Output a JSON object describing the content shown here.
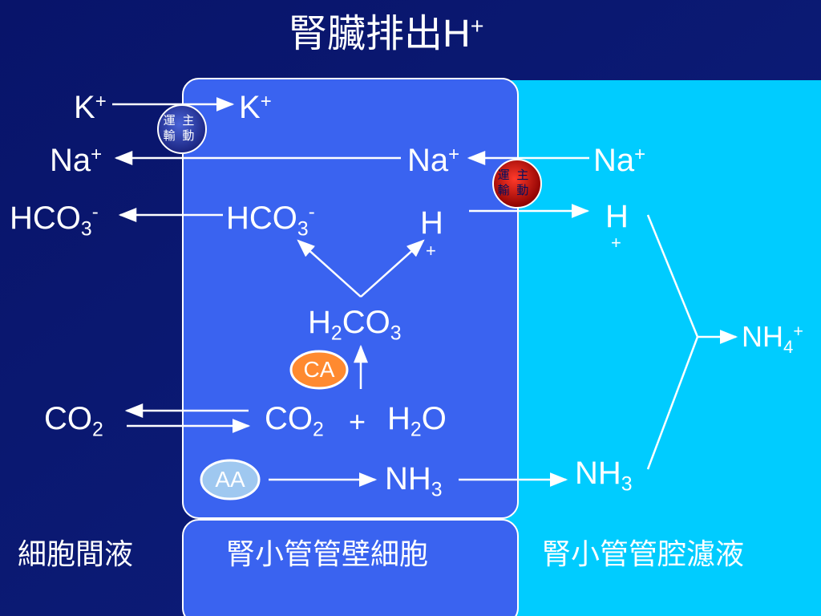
{
  "title": {
    "main": "腎臟排出",
    "ion": "H",
    "charge": "+"
  },
  "regions": {
    "interstitial": "細胞間液",
    "cell": "腎小管管壁細胞",
    "lumen": "腎小管管腔濾液"
  },
  "pumps": {
    "k_pump": {
      "row1": "運 主",
      "row2": "輸 動"
    },
    "na_pump": {
      "row1": "運 主",
      "row2": "輸 動"
    }
  },
  "labels": {
    "k_left": {
      "base": "K",
      "sup": "+"
    },
    "k_cell": {
      "base": "K",
      "sup": "+"
    },
    "na_left": {
      "base": "Na",
      "sup": "+"
    },
    "na_cell": {
      "base": "Na",
      "sup": "+"
    },
    "na_lumen": {
      "base": "Na",
      "sup": "+"
    },
    "hco3_left": {
      "base": "HCO",
      "sub": "3",
      "sup": "-"
    },
    "hco3_cell": {
      "base": "HCO",
      "sub": "3",
      "sup": "-"
    },
    "h_cell": {
      "base": "H",
      "sign": "+"
    },
    "h_lumen": {
      "base": "H",
      "sign": "+"
    },
    "h2co3": {
      "a": "H",
      "sub1": "2",
      "b": "CO",
      "sub2": "3"
    },
    "ca": "CA",
    "co2_left": {
      "base": "CO",
      "sub": "2"
    },
    "co2_cell": {
      "base": "CO",
      "sub": "2"
    },
    "plus": "+",
    "h2o": {
      "a": "H",
      "sub": "2",
      "b": "O"
    },
    "aa": "AA",
    "nh3_cell": {
      "base": "NH",
      "sub": "3"
    },
    "nh3_lumen": {
      "base": "NH",
      "sub": "3"
    },
    "nh4_lumen": {
      "base": "NH",
      "sub": "4",
      "sup": "+"
    }
  },
  "colors": {
    "background": "#0b1a6e",
    "cell": "#3a63f0",
    "lumen": "#00ccff",
    "ca_oval": "#ff8a30",
    "aa_oval": "#9fc8f0",
    "pump_k": "#2233aa",
    "pump_na": "#cc1111"
  }
}
